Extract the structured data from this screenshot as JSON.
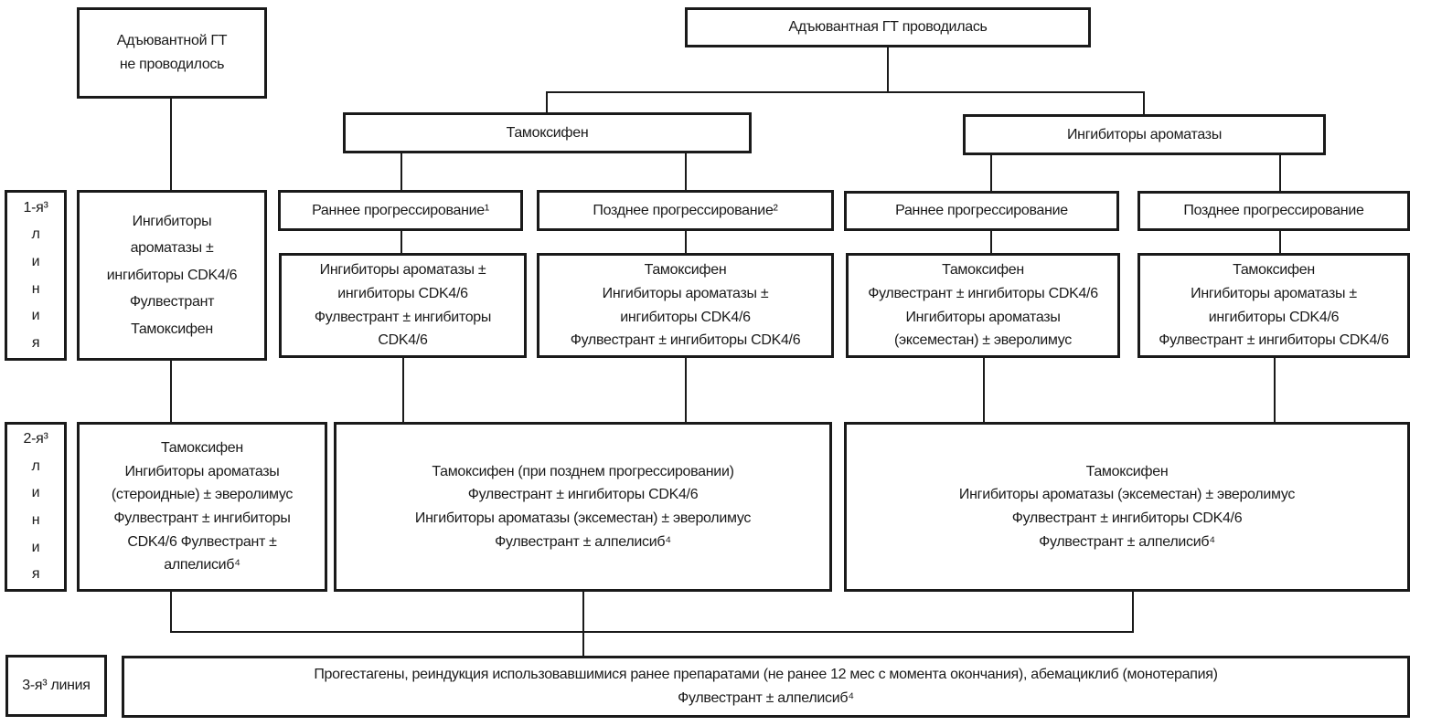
{
  "colors": {
    "line": "#1a1a1a",
    "text": "#1a1a1a",
    "background": "#ffffff"
  },
  "root_boxes": {
    "no_adjuvant": "Адъювантной ГТ\nне проводилось",
    "adjuvant_done": "Адъювантная ГТ проводилась"
  },
  "branches": {
    "tamoxifen": "Тамоксифен",
    "aromatase": "Ингибиторы ароматазы"
  },
  "progression_headers": {
    "tam_early": "Раннее прогрессирование¹",
    "tam_late": "Позднее прогрессирование²",
    "ai_early": "Раннее прогрессирование",
    "ai_late": "Позднее прогрессирование"
  },
  "line_labels": {
    "first": "1-я³\nл\nи\nн\nи\nя",
    "second": "2-я³\nл\nи\nн\nи\nя",
    "third": "3-я³ линия"
  },
  "first_line": {
    "no_adjuvant": "Ингибиторы\nароматазы ±\nингибиторы CDK4/6\nФулвестрант\nТамоксифен",
    "tam_early": "Ингибиторы ароматазы ±\nингибиторы CDK4/6\nФулвестрант ± ингибиторы\nCDK4/6",
    "tam_late": "Тамоксифен\nИнгибиторы ароматазы ±\nингибиторы CDK4/6\nФулвестрант ± ингибиторы CDK4/6",
    "ai_early": "Тамоксифен\nФулвестрант ± ингибиторы CDK4/6\nИнгибиторы ароматазы\n(эксеместан) ± эверолимус",
    "ai_late": "Тамоксифен\nИнгибиторы ароматазы ±\nингибиторы CDK4/6\nФулвестрант ± ингибиторы CDK4/6"
  },
  "second_line": {
    "no_adjuvant": "Тамоксифен\nИнгибиторы ароматазы\n(стероидные) ± эверолимус\nФулвестрант ± ингибиторы\nCDK4/6 Фулвестрант ±\nалпелисиб⁴",
    "tamoxifen": "Тамоксифен (при позднем прогрессировании)\nФулвестрант ± ингибиторы CDK4/6\nИнгибиторы ароматазы (эксеместан) ± эверолимус\nФулвестрант ± алпелисиб⁴",
    "aromatase": "Тамоксифен\nИнгибиторы ароматазы (эксеместан) ± эверолимус\nФулвестрант ± ингибиторы CDK4/6\nФулвестрант ± алпелисиб⁴"
  },
  "third_line": {
    "therapy": "Прогестагены, реиндукция использовавшимися ранее препаратами (не ранее 12 мес с момента окончания), абемациклиб (монотерапия)\nФулвестрант ± алпелисиб⁴"
  }
}
